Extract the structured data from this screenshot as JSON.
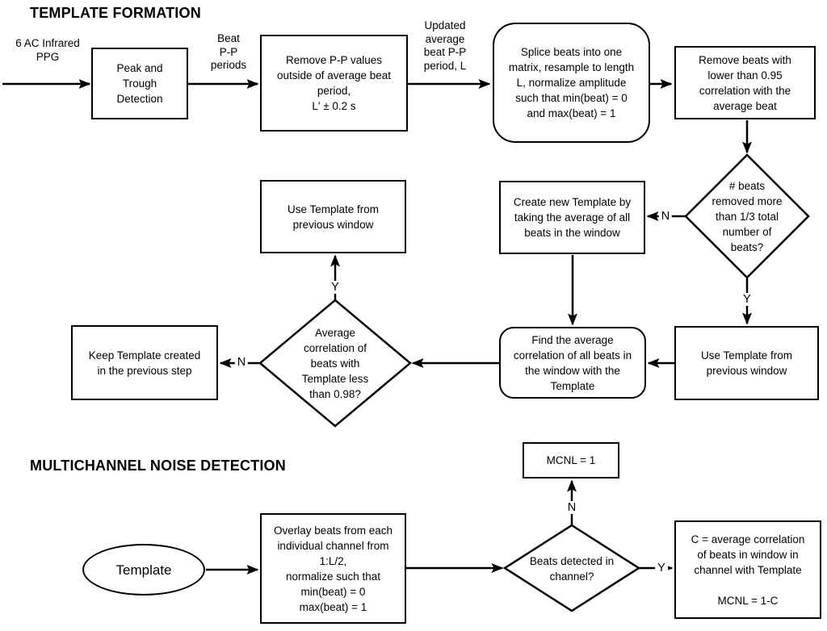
{
  "template_formation": {
    "title": "TEMPLATE FORMATION",
    "input_label": "6 AC Infrared\nPPG",
    "beat_pp_label": "Beat\nP-P\nperiods",
    "updated_label": "Updated\naverage\nbeat P-P\nperiod, L",
    "peak_trough": "Peak and\nTrough\nDetection",
    "remove_pp": "Remove P-P values\noutside of average beat\nperiod,\nL' ± 0.2 s",
    "splice": "Splice beats into one\nmatrix, resample to length\nL, normalize amplitude\nsuch that min(beat) = 0\nand max(beat) = 1",
    "remove_beats": "Remove beats with\nlower than 0.95\ncorrelation with the\naverage beat",
    "beats_removed_decision": "# beats\nremoved more\nthan 1/3 total\nnumber of\nbeats?",
    "create_new_template": "Create new Template by\ntaking the average of all\nbeats in the window",
    "use_template_top": "Use Template from\nprevious window",
    "find_avg_correlation": "Find the average\ncorrelation of all beats in\nthe window with the\nTemplate",
    "use_template_bottom": "Use Template from\nprevious window",
    "avg_correlation_decision": "Average\ncorrelation of\nbeats with\nTemplate less\nthan 0.98?",
    "keep_template": "Keep Template created\nin the previous step",
    "labels": {
      "n1": "N",
      "y1": "Y",
      "y2": "Y",
      "n2": "N"
    }
  },
  "multichannel": {
    "title": "MULTICHANNEL NOISE DETECTION",
    "template_input": "Template",
    "overlay": "Overlay beats from each\nindividual channel from\n1:L/2,\nnormalize such that\nmin(beat) = 0\nmax(beat) = 1",
    "beats_detected_decision": "Beats detected in\nchannel?",
    "mcnl_one": "MCNL = 1",
    "c_correlation": "C = average correlation\nof beats in window in\nchannel with Template\n\nMCNL = 1-C",
    "labels": {
      "n": "N",
      "y": "Y"
    }
  },
  "colors": {
    "line": "#000000",
    "background": "#ffffff"
  }
}
